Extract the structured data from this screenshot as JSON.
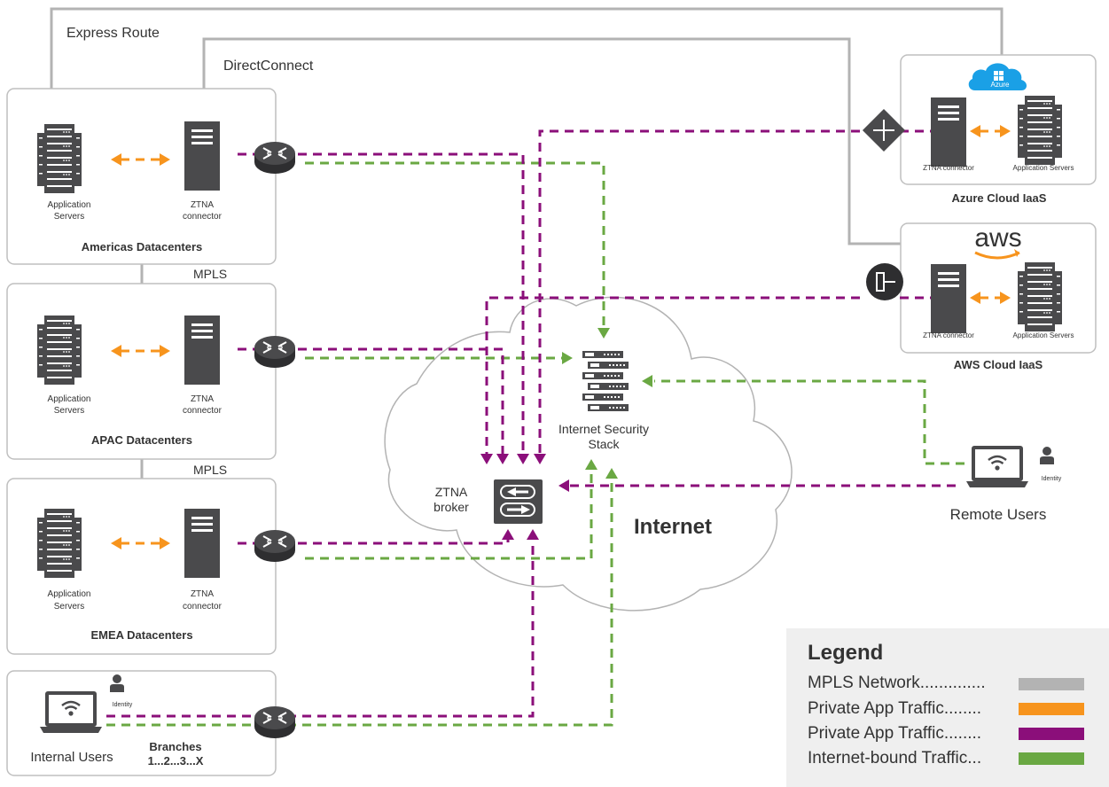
{
  "links": {
    "express_route": "Express Route",
    "direct_connect": "DirectConnect",
    "mpls_1": "MPLS",
    "mpls_2": "MPLS"
  },
  "datacenters": [
    {
      "title": "Americas Datacenters",
      "servers_line1": "Application",
      "servers_line2": "Servers",
      "connector_line1": "ZTNA",
      "connector_line2": "connector"
    },
    {
      "title": "APAC Datacenters",
      "servers_line1": "Application",
      "servers_line2": "Servers",
      "connector_line1": "ZTNA",
      "connector_line2": "connector"
    },
    {
      "title": "EMEA Datacenters",
      "servers_line1": "Application",
      "servers_line2": "Servers",
      "connector_line1": "ZTNA",
      "connector_line2": "connector"
    }
  ],
  "branches": {
    "users_label": "Internal Users",
    "identity_label": "Identity",
    "title_line1": "Branches",
    "title_line2": "1...2...3...X"
  },
  "cloud": {
    "internet_label": "Internet",
    "stack_line1": "Internet Security",
    "stack_line2": "Stack",
    "broker_line1": "ZTNA",
    "broker_line2": "broker"
  },
  "azure": {
    "badge": "Azure",
    "connector_label": "ZTNA connector",
    "servers_label": "Application Servers",
    "title": "Azure Cloud IaaS"
  },
  "aws": {
    "logo": "aws",
    "connector_label": "ZTNA connector",
    "servers_label": "Application Servers",
    "title": "AWS Cloud IaaS"
  },
  "remote": {
    "label": "Remote Users",
    "identity_label": "Identity"
  },
  "legend": {
    "title": "Legend",
    "items": [
      {
        "label": "MPLS Network..............",
        "color": "#b3b3b3"
      },
      {
        "label": "Private App Traffic........",
        "color": "#f7941d"
      },
      {
        "label": "Private App Traffic........",
        "color": "#8b0f7a"
      },
      {
        "label": "Internet-bound Traffic...",
        "color": "#6aa843"
      }
    ]
  },
  "colors": {
    "mpls": "#b3b3b3",
    "orange": "#f7941d",
    "purple": "#8b0f7a",
    "green": "#6aa843",
    "device": "#4a4a4c",
    "azure_blue": "#1aa0e6"
  },
  "icons": [
    "server-rack-icon",
    "server-tower-icon",
    "router-icon",
    "laptop-wifi-icon",
    "person-icon",
    "cloud-icon",
    "security-stack-icon",
    "broker-icon",
    "aws-logo",
    "azure-logo"
  ]
}
